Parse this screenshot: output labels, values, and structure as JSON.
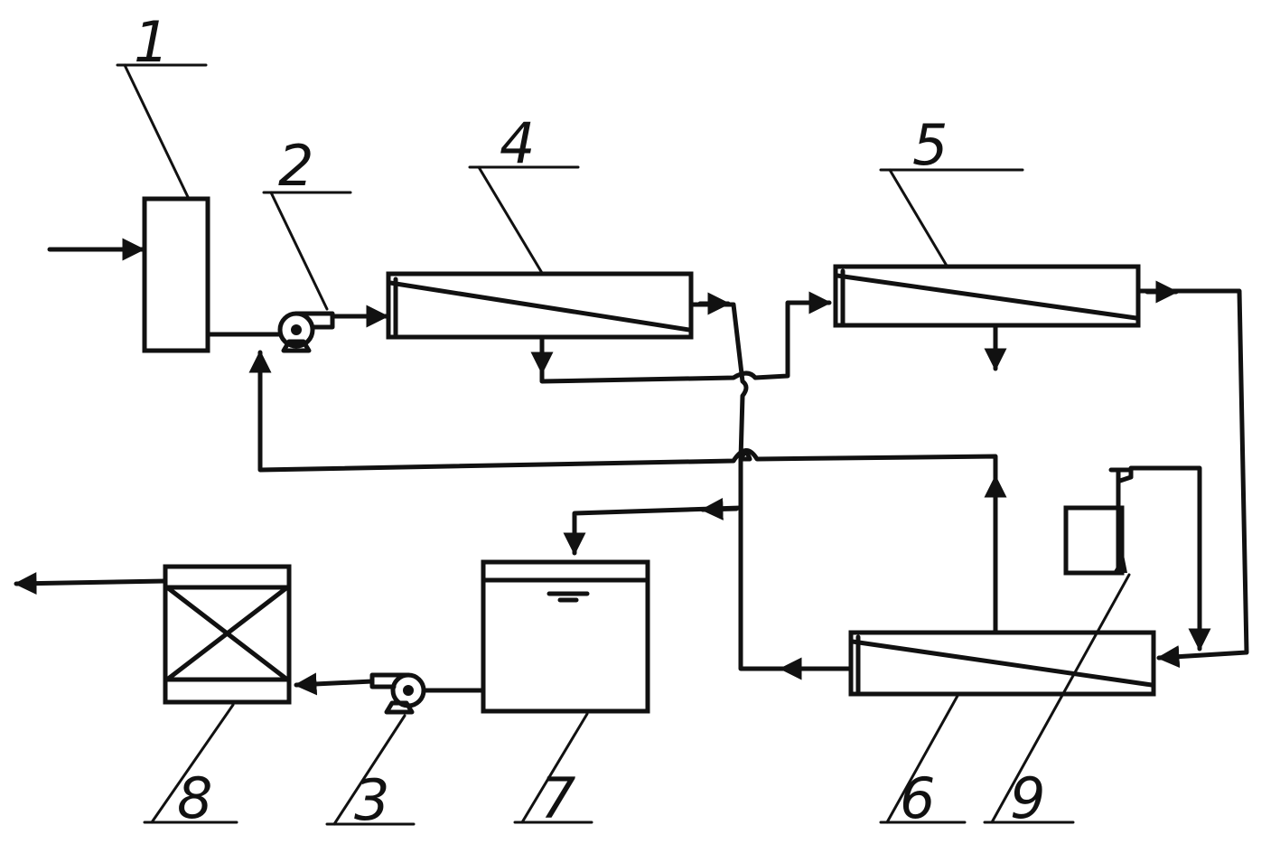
{
  "diagram": {
    "colors": {
      "ink": "#111111",
      "background": "#ffffff"
    },
    "labels": {
      "l1": "1",
      "l2": "2",
      "l3": "3",
      "l4": "4",
      "l5": "5",
      "l6": "6",
      "l7": "7",
      "l8": "8",
      "l9": "9"
    }
  }
}
